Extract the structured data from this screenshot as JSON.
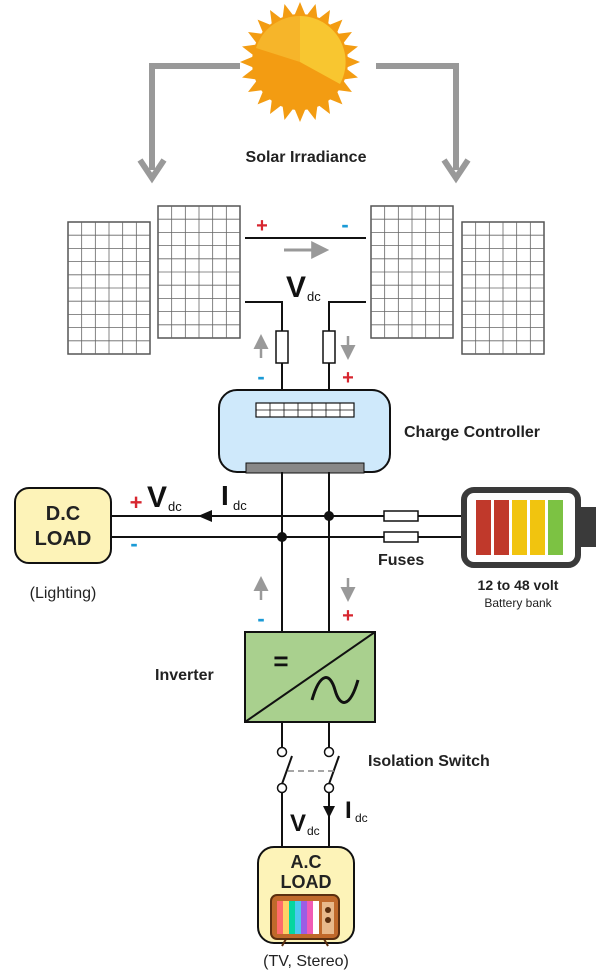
{
  "labels": {
    "irradiance": "Solar Irradiance",
    "charge_controller": "Charge Controller",
    "fuses": "Fuses",
    "battery_volt": "12 to 48 volt",
    "battery_bank": "Battery bank",
    "inverter": "Inverter",
    "isolation_switch": "Isolation Switch",
    "dc_load_line1": "D.C",
    "dc_load_line2": "LOAD",
    "dc_load_note": "(Lighting)",
    "ac_load_line1": "A.C",
    "ac_load_line2": "LOAD",
    "ac_load_note": "(TV, Stereo)",
    "inverter_dc_symbol": "="
  },
  "symbols": {
    "plus": "+",
    "minus": "-",
    "V": "V",
    "I": "I",
    "dc_sub": "dc"
  },
  "colors": {
    "plus": "#d7262f",
    "minus": "#1a9ad6",
    "wire": "#111111",
    "arrow": "#999999",
    "controller_fill": "#cfe9fb",
    "inverter_fill": "#a9d08e",
    "load_fill": "#fdf3b8",
    "sun_outer": "#f39c12",
    "sun_inner": "#f8c630",
    "battery_cells": [
      "#c0392b",
      "#c0392b",
      "#f1c40f",
      "#f1c40f",
      "#7cc243"
    ]
  }
}
